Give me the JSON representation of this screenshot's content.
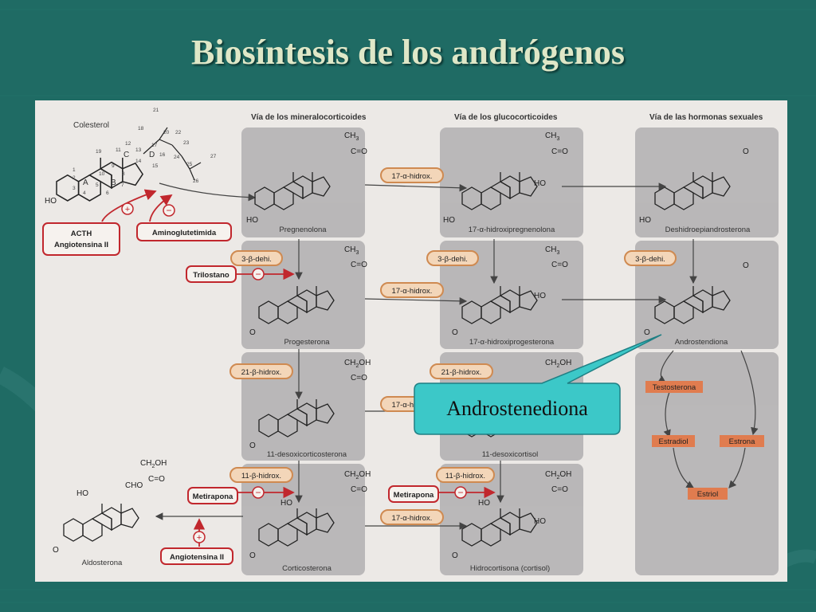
{
  "slide": {
    "title": "Biosíntesis de los andrógenos",
    "callout": "Androstenediona"
  },
  "pathways": {
    "mineralocorticoid": "Vía de los mineralocorticoides",
    "glucocorticoid": "Vía de los glucocorticoides",
    "sex_hormone": "Vía de las hormonas sexuales"
  },
  "molecules": {
    "colesterol": "Colesterol",
    "pregnenolona": "Pregnenolona",
    "hidroxipregnenolona": "17-α-hidroxipregnenolona",
    "dhea": "Deshidroepiandrosterona",
    "progesterona": "Progesterona",
    "hidroxiprogesterona": "17-α-hidroxiprogesterona",
    "androstendiona": "Androstendiona",
    "desoxicorticosterona": "11-desoxicorticosterona",
    "desoxicortisol": "11-desoxicortisol",
    "aldosterona": "Aldosterona",
    "corticosterona": "Corticosterona",
    "hidrocortisona": "Hidrocortisona (cortisol)"
  },
  "enzymes": {
    "h17_a": "17-α-hidrox.",
    "h17_b": "17-α-hidrox.",
    "h17_c": "17-α-hidrox.",
    "h17_d": "17-α-hidrox.",
    "d3_a": "3-β-dehi.",
    "d3_b": "3-β-dehi.",
    "d3_c": "3-β-dehi.",
    "h21_a": "21-β-hidrox.",
    "h21_b": "21-β-hidrox.",
    "h11_a": "11-β-hidrox.",
    "h11_b": "11-β-hidrox."
  },
  "regulators": {
    "acth": "ACTH",
    "angiotensina": "Angiotensina II",
    "aminoglutetimida": "Aminoglutetimida",
    "trilostano": "Trilostano",
    "metirapona_a": "Metirapona",
    "metirapona_b": "Metirapona",
    "angiotensina_b": "Angiotensina II"
  },
  "sex_hormones": {
    "testosterona": "Testosterona",
    "estradiol": "Estradiol",
    "estrona": "Estrona",
    "estriol": "Estriol"
  },
  "groups": {
    "ch3": "CH",
    "ch2oh": "CH",
    "co": "C",
    "o": "O",
    "ho": "HO",
    "oh": "OH",
    "cho": "CHO",
    "sub3": "3",
    "sub2": "2"
  },
  "ring_labels": [
    "A",
    "B",
    "C",
    "D"
  ],
  "carbon_numbers": [
    "1",
    "2",
    "3",
    "4",
    "5",
    "6",
    "7",
    "8",
    "9",
    "10",
    "11",
    "12",
    "13",
    "14",
    "15",
    "16",
    "17",
    "18",
    "19",
    "20",
    "21",
    "22",
    "23",
    "24",
    "25",
    "26",
    "27"
  ],
  "signs": {
    "plus": "+",
    "minus": "−"
  },
  "colors": {
    "background": "#1f6b64",
    "title": "#dfe7c7",
    "panel": "#ece9e6",
    "box": "#a9a7a9",
    "enzyme_fill": "#f3d6b9",
    "enzyme_stroke": "#cf8a51",
    "red": "#c1272d",
    "hormone": "#e07c4f",
    "callout": "#3cc8c8"
  }
}
